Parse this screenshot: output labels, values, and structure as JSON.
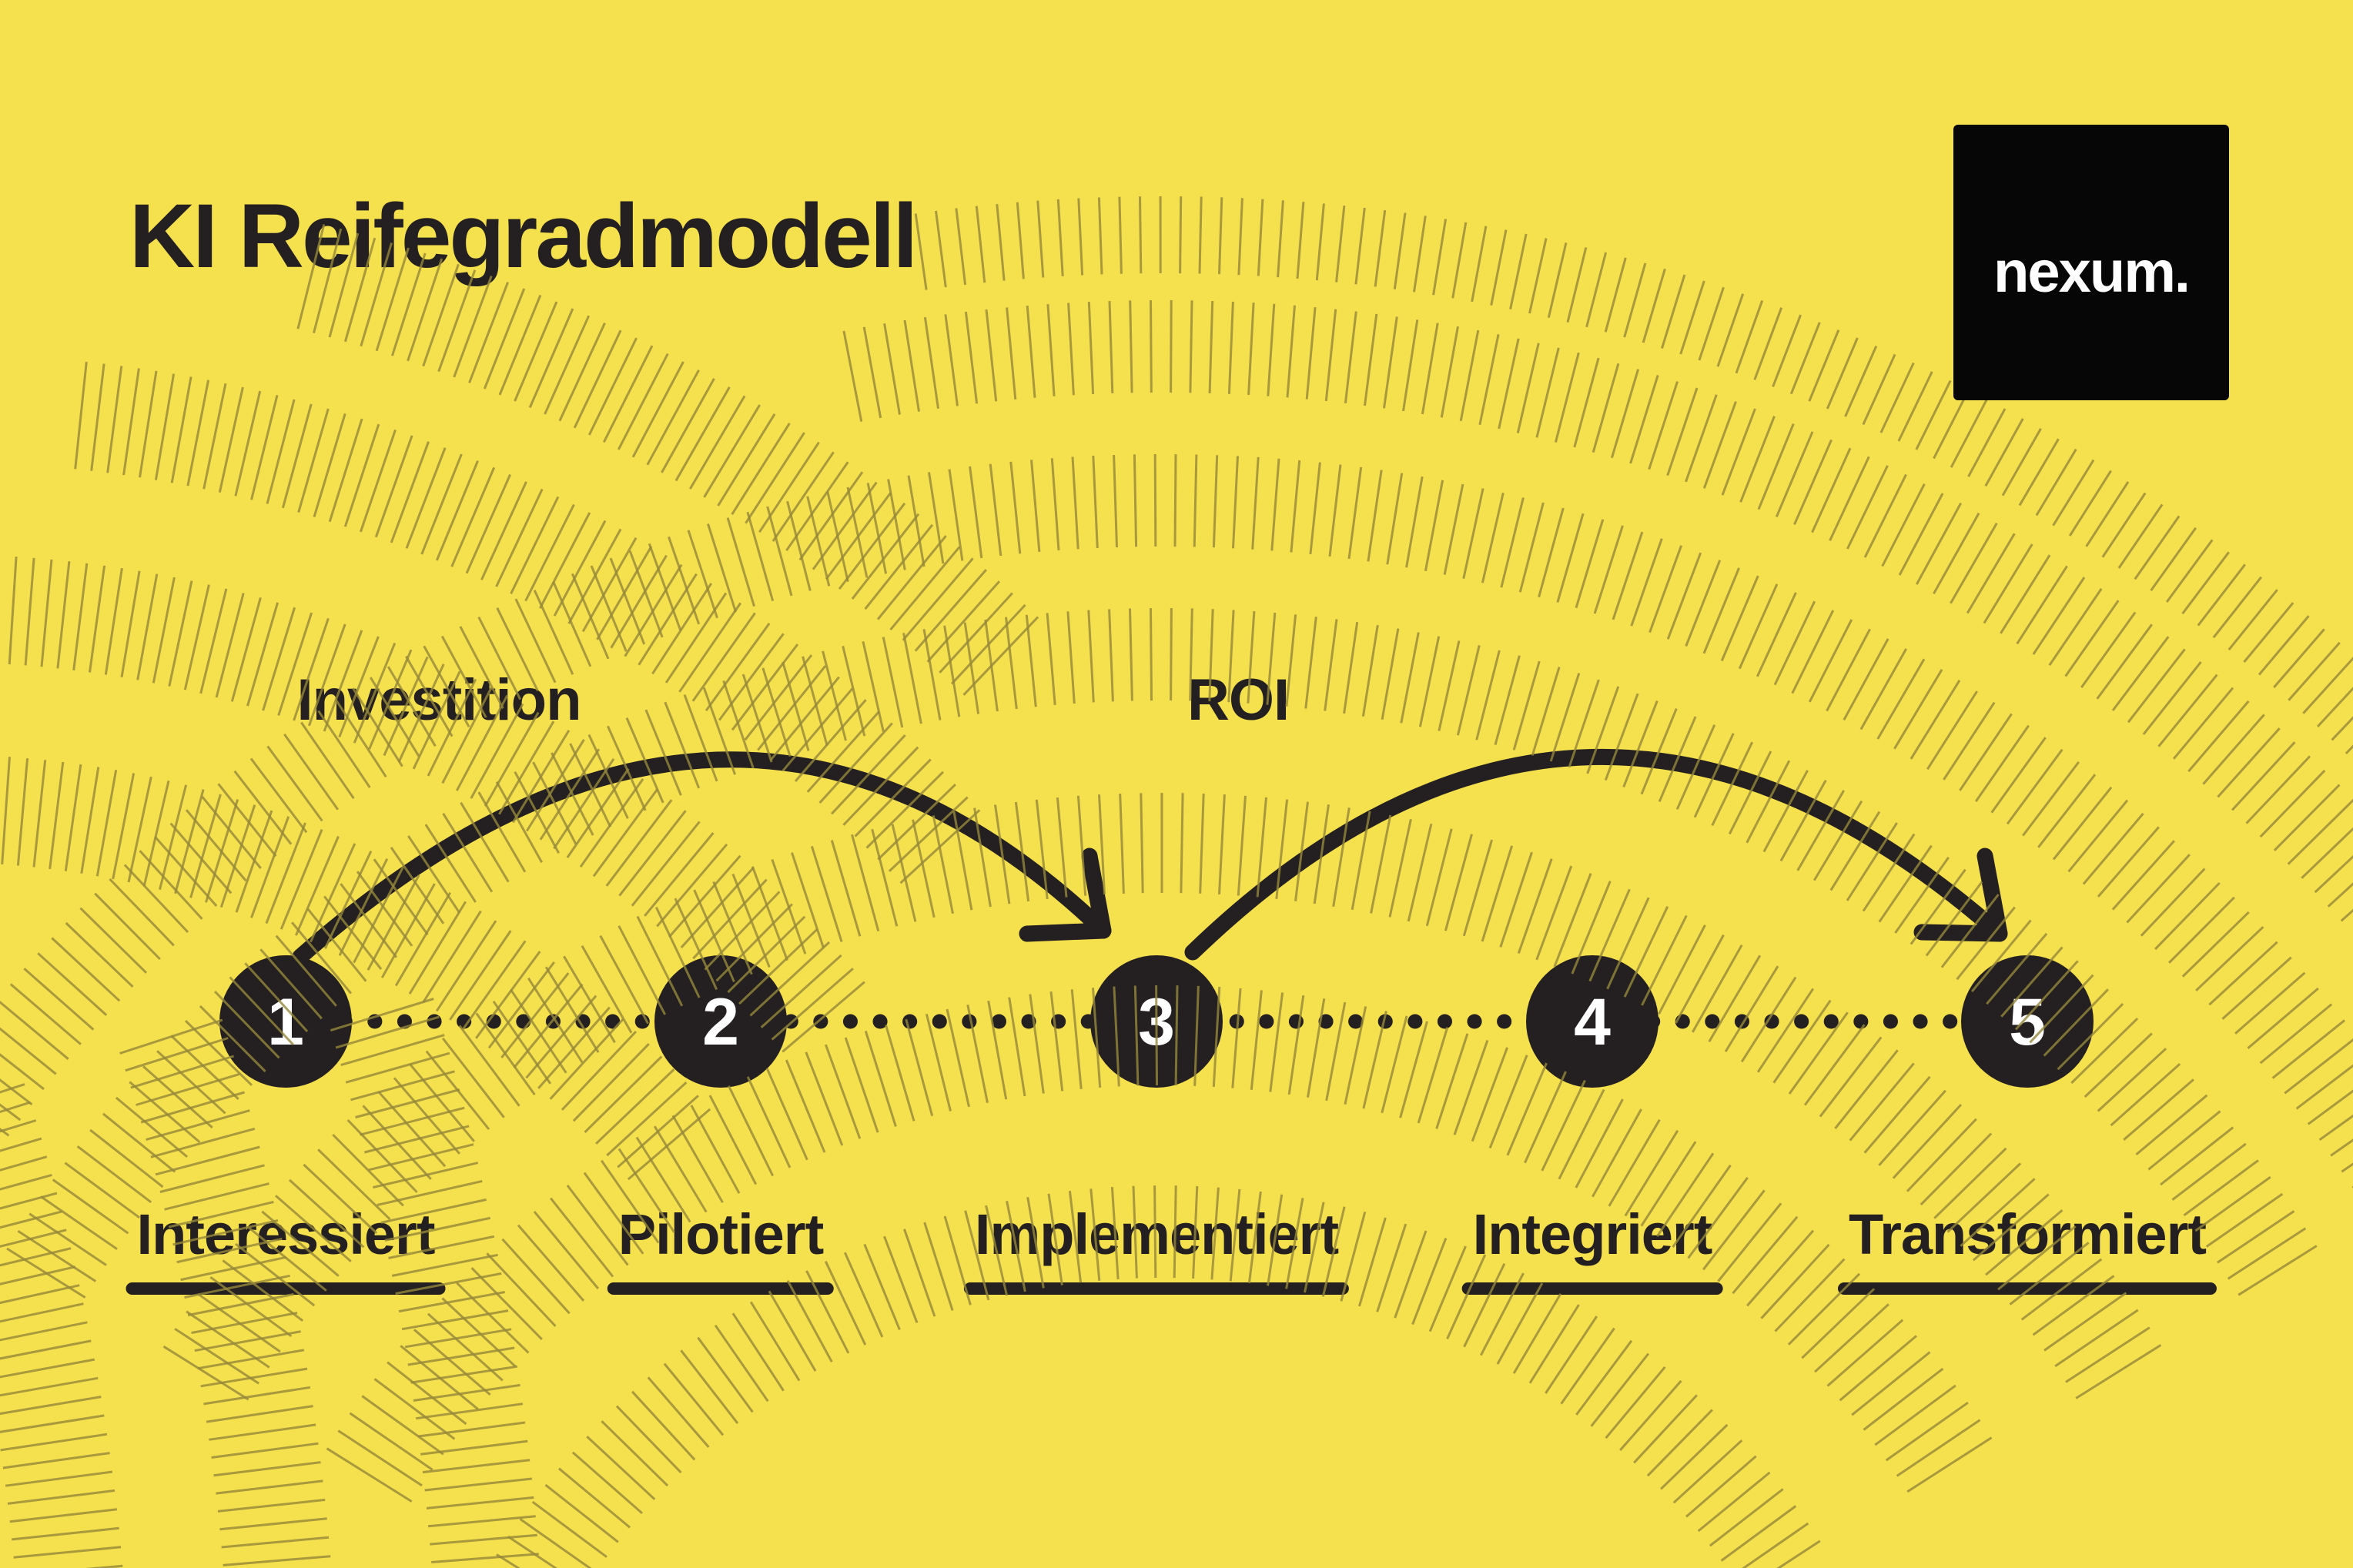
{
  "title": "KI Reifegradmodell",
  "logo": {
    "text": "nexum."
  },
  "annotations": [
    {
      "label": "Investition",
      "from_stage": "1",
      "to_stage": "3"
    },
    {
      "label": "ROI",
      "from_stage": "3",
      "to_stage": "5"
    }
  ],
  "stages": [
    {
      "number": "1",
      "label": "Interessiert"
    },
    {
      "number": "2",
      "label": "Pilotiert"
    },
    {
      "number": "3",
      "label": "Implementiert"
    },
    {
      "number": "4",
      "label": "Integriert"
    },
    {
      "number": "5",
      "label": "Transformiert"
    }
  ],
  "colors": {
    "background": "#F5E04D",
    "ink": "#242021",
    "tick": "#95883A",
    "number": "#FFFFFF",
    "logo_bg": "#060606",
    "logo_text": "#FFFFFF"
  }
}
